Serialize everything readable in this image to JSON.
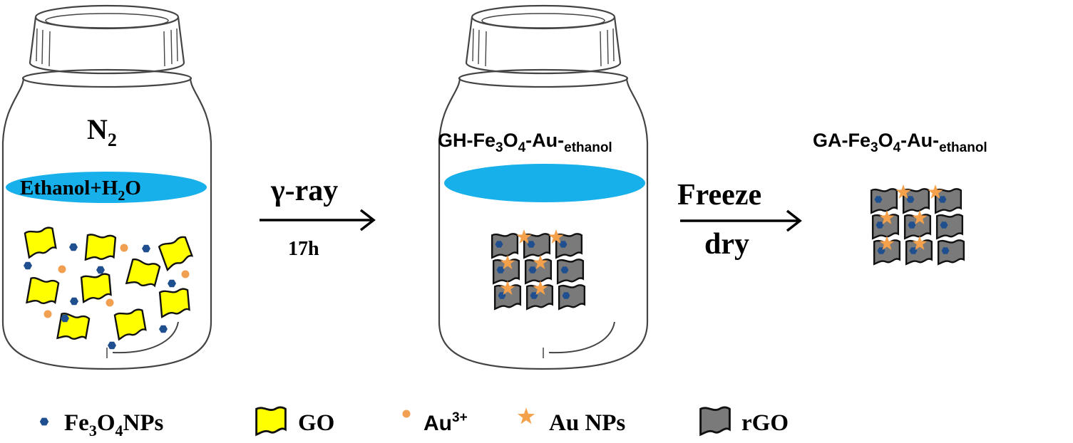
{
  "colors": {
    "solution": "#17b0ea",
    "go_sheet": "#ffff00",
    "rgo_sheet": "#7a7a7a",
    "fe3o4": "#1f4f8f",
    "au_ion": "#f0a050",
    "au_np": "#f5a04a",
    "line": "#444444"
  },
  "icons": [
    "fe3o4-hexagon-icon",
    "go-sheet-icon",
    "au3-dot-icon",
    "au-np-star-icon",
    "rgo-sheet-icon",
    "arrow-icon",
    "jar-icon"
  ],
  "jar1": {
    "gas_label": "N",
    "gas_sub": "2",
    "solvent_main": "Ethanol+H",
    "solvent_sub": "2",
    "solvent_tail": "O"
  },
  "step1": {
    "label": "γ-ray",
    "time": "17h"
  },
  "jar2": {
    "label_a": "GH-Fe",
    "sub_a": "3",
    "label_b": "O",
    "sub_b": "4",
    "label_c": "-Au-",
    "sub_c": "ethanol"
  },
  "step2": {
    "line1": "Freeze",
    "line2": "dry"
  },
  "product": {
    "label_a": "GA-Fe",
    "sub_a": "3",
    "label_b": "O",
    "sub_b": "4",
    "label_c": "-Au-",
    "sub_c": "ethanol"
  },
  "legend": {
    "fe3o4_a": "Fe",
    "fe3o4_sub1": "3",
    "fe3o4_b": "O",
    "fe3o4_sub2": "4",
    "fe3o4_c": "NPs",
    "go": "GO",
    "au_ion": "Au",
    "au_ion_sup": "3+",
    "au_np": "Au NPs",
    "rgo": "rGO"
  }
}
